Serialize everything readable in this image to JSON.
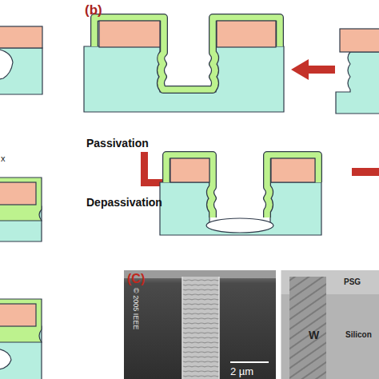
{
  "diagram": {
    "labels": [
      "(b)",
      "x",
      "Passivation",
      "Depassivation",
      "(C)",
      "© 2005 IEEE",
      "2 µm",
      "PSG",
      "W",
      "Silicon"
    ]
  }
}
